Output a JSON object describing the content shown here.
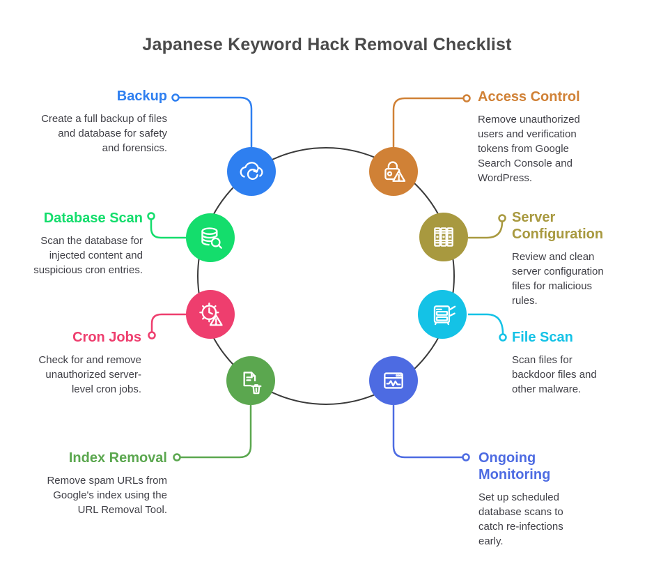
{
  "title": "Japanese Keyword Hack Removal Checklist",
  "colors": {
    "ring": "#3a3a3a",
    "title_text": "#4a4a4a",
    "description_text": "#3f3f46",
    "icon_stroke": "#ffffff"
  },
  "items": [
    {
      "id": "backup",
      "label": "Backup",
      "description": "Create a full backup of files and database for safety and forensics.",
      "color": "#2e7ff0",
      "icon": "cloud-sync-icon"
    },
    {
      "id": "access-control",
      "label": "Access Control",
      "description": "Remove unauthorized users and verification tokens from Google Search Console and WordPress.",
      "color": "#d08136",
      "icon": "lock-warning-icon"
    },
    {
      "id": "database-scan",
      "label": "Database Scan",
      "description": "Scan the database for injected content and suspicious cron entries.",
      "color": "#14dd6c",
      "icon": "database-search-icon"
    },
    {
      "id": "server-configuration",
      "label": "Server Configuration",
      "description": "Review and clean server configuration files for malicious rules.",
      "color": "#a8993f",
      "icon": "server-rack-icon"
    },
    {
      "id": "cron-jobs",
      "label": "Cron Jobs",
      "description": "Check for and remove unauthorized server-level cron jobs.",
      "color": "#ee3e6e",
      "icon": "gear-warning-icon"
    },
    {
      "id": "file-scan",
      "label": "File Scan",
      "description": "Scan files for backdoor files and other malware.",
      "color": "#14c2e6",
      "icon": "file-cabinet-scan-icon"
    },
    {
      "id": "index-removal",
      "label": "Index Removal",
      "description": "Remove spam URLs from Google's index using the URL Removal Tool.",
      "color": "#5ba74f",
      "icon": "document-trash-icon"
    },
    {
      "id": "ongoing-monitoring",
      "label": "Ongoing Monitoring",
      "description": "Set up scheduled database scans to catch re-infections early.",
      "color": "#4d6be2",
      "icon": "monitor-pulse-icon"
    }
  ]
}
